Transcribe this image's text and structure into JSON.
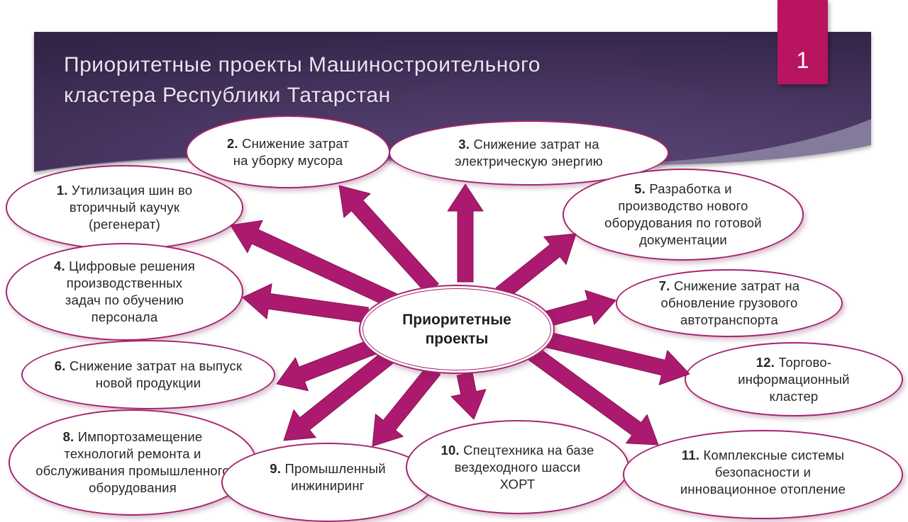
{
  "slide": {
    "title_line1": "Приоритетные проекты Машиностроительного",
    "title_line2": "кластера Республики Татарстан",
    "page_number": "1"
  },
  "center": {
    "label_line1": "Приоритетные",
    "label_line2": "проекты"
  },
  "bubbles": [
    {
      "num": "1.",
      "text": "Утилизация шин во вторичный каучук (регенерат)"
    },
    {
      "num": "2.",
      "text": "Снижение затрат на уборку мусора"
    },
    {
      "num": "3.",
      "text": "Снижение затрат на электрическую энергию"
    },
    {
      "num": "4.",
      "text": "Цифровые решения производственных задач по обучению персонала"
    },
    {
      "num": "5.",
      "text": "Разработка и производство нового оборудования по готовой документации"
    },
    {
      "num": "6.",
      "text": "Снижение затрат на выпуск новой продукции"
    },
    {
      "num": "7.",
      "text": "Снижение затрат на обновление грузового автотранспорта"
    },
    {
      "num": "8.",
      "text": "Импортозамещение технологий ремонта и обслуживания промышленного оборудования"
    },
    {
      "num": "9.",
      "text": "Промышленный инжиниринг"
    },
    {
      "num": "10.",
      "text": "Спецтехника на базе вездеходного шасси ХОРТ"
    },
    {
      "num": "11.",
      "text": "Комплексные системы безопасности и инновационное отопление"
    },
    {
      "num": "12.",
      "text": "Торгово-информационный кластер"
    }
  ],
  "colors": {
    "accent_arrow": "#AB1A6E",
    "bubble_border": "#A6256F",
    "header_dark": "#42305A",
    "header_swoosh": "#847A9B",
    "page_tab": "#B8145F",
    "title_text": "#EAE3F0",
    "body_text": "#262626"
  }
}
